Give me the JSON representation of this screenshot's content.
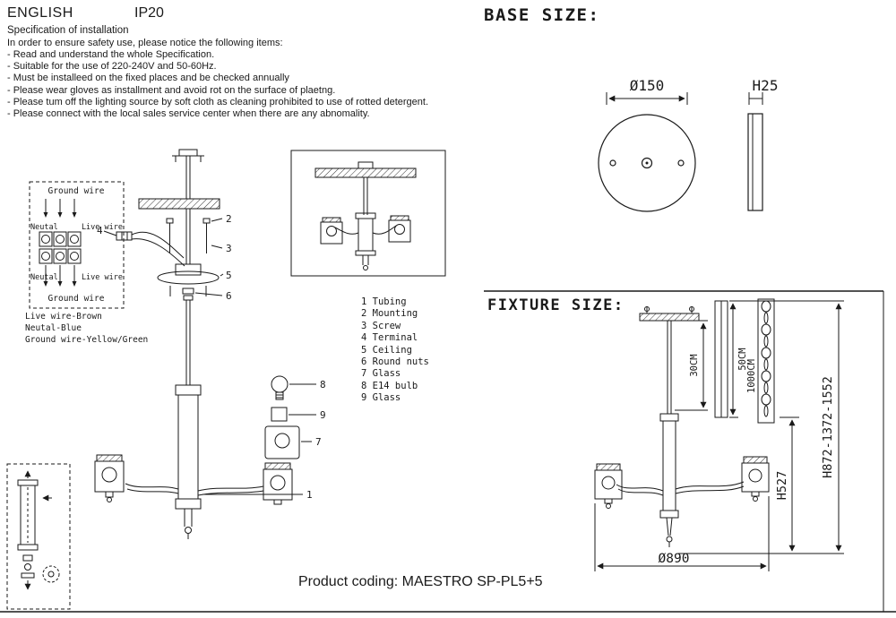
{
  "header": {
    "language": "ENGLISH",
    "ip_rating": "IP20"
  },
  "specification": {
    "title": "Specification of installation",
    "intro": "In order to ensure safety use, please notice the following items:",
    "items": [
      "- Read and understand the whole Specification.",
      "- Suitable for the use of 220-240V and 50-60Hz.",
      "- Must be installeed on the fixed places and be checked annually",
      "- Please wear gloves as installment and avoid rot on the surface of plaetng.",
      "- Please tum off the lighting source by soft cloth as cleaning prohibited to use of rotted detergent.",
      "- Please connect with the local sales service center when there are any abnomality."
    ]
  },
  "base_size": {
    "title": "BASE SIZE:",
    "diameter": "Ø150",
    "height": "H25"
  },
  "wiring": {
    "top_label": "Ground wire",
    "row1_left": "Neutal",
    "row1_right": "Live wire",
    "row2_left": "Neutal",
    "row2_right": "Live wire",
    "bottom_label": "Ground wire",
    "legend": [
      "Live wire-Brown",
      "Neutal-Blue",
      "Ground wire-Yellow/Green"
    ]
  },
  "parts_list": [
    "1 Tubing",
    "2 Mounting",
    "3 Screw",
    "4 Terminal",
    "5 Ceiling",
    "6 Round nuts",
    "7 Glass",
    "8 E14 bulb",
    "9 Glass"
  ],
  "callouts": [
    "1",
    "2",
    "3",
    "4",
    "5",
    "6",
    "7",
    "8",
    "9"
  ],
  "fixture_size": {
    "title": "FIXTURE SIZE:",
    "dim_rod_short": "30CM",
    "dim_rod_long": "50CM",
    "dim_chain": "1000CM",
    "height_body": "H527",
    "height_overall": "H872-1372-1552",
    "diameter": "Ø890"
  },
  "footer": {
    "product_coding": "Product coding: MAESTRO SP-PL5+5"
  },
  "colors": {
    "ink": "#1a1a1a",
    "background": "#ffffff"
  }
}
